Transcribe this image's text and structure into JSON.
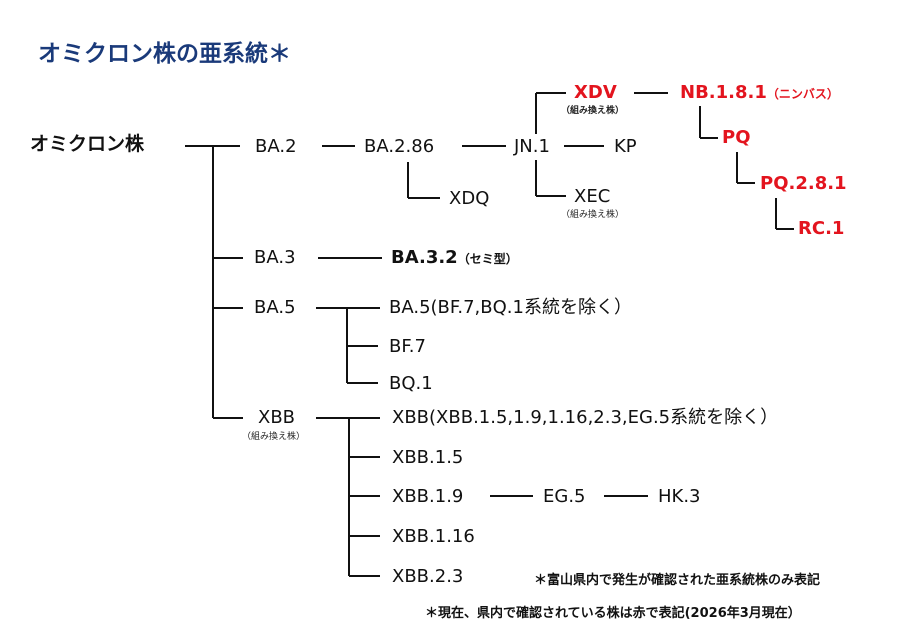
{
  "title": "オミクロン株の亜系統＊",
  "nodes": {
    "root": "オミクロン株",
    "ba2": "BA.2",
    "ba286": "BA.2.86",
    "jn1": "JN.1",
    "kp": "KP",
    "xdv": "XDV",
    "xdv_note": "（組み換え株）",
    "nb181": "NB.1.8.1",
    "nb181_sub": "（ニンバス）",
    "pq": "PQ",
    "pq281": "PQ.2.8.1",
    "rc1": "RC.1",
    "xec": "XEC",
    "xec_note": "（組み換え株）",
    "xdq": "XDQ",
    "ba3": "BA.3",
    "ba32": "BA.3.2",
    "ba32_sub": "（セミ型）",
    "ba5": "BA.5",
    "ba5_rest": "BA.5(BF.7,BQ.1系統を除く）",
    "bf7": "BF.7",
    "bq1": "BQ.1",
    "xbb": "XBB",
    "xbb_note": "（組み換え株）",
    "xbb_rest": "XBB(XBB.1.5,1.9,1.16,2.3,EG.5系統を除く）",
    "xbb15": "XBB.1.5",
    "xbb19": "XBB.1.9",
    "eg5": "EG.5",
    "hk3": "HK.3",
    "xbb116": "XBB.1.16",
    "xbb23": "XBB.2.3"
  },
  "footnotes": {
    "note1": "＊富山県内で発生が確認された亜系統株のみ表記",
    "note2": "＊現在、県内で確認されている株は赤で表記(2026年3月現在）"
  },
  "colors": {
    "title": "#1a3a7a",
    "highlight": "#e3141e",
    "text": "#111111"
  }
}
